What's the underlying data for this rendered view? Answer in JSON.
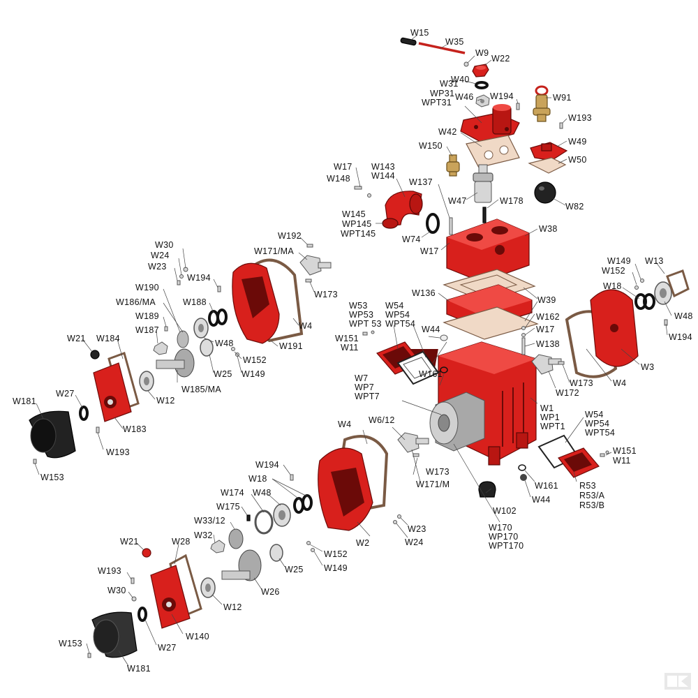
{
  "labels": {
    "W15": "W15",
    "W35": "W35",
    "W9": "W9",
    "W22": "W22",
    "W40": "W40",
    "W31": "W31",
    "WP31": "WP31",
    "WPT31": "WPT31",
    "W46": "W46",
    "W194a": "W194",
    "W91": "W91",
    "W193a": "W193",
    "W42": "W42",
    "W49": "W49",
    "W150": "W150",
    "W50": "W50",
    "W17a": "W17",
    "W143": "W143",
    "W148": "W148",
    "W144": "W144",
    "W137": "W137",
    "W47": "W47",
    "W178": "W178",
    "W82": "W82",
    "W145": "W145",
    "WP145": "WP145",
    "WPT145": "WPT145",
    "W74": "W74",
    "W38": "W38",
    "W17b": "W17",
    "W30a": "W30",
    "W192": "W192",
    "W24a": "W24",
    "W171MA": "W171/MA",
    "W23a": "W23",
    "W194b": "W194",
    "W173a": "W173",
    "W190": "W190",
    "W186MA": "W186/MA",
    "W188": "W188",
    "W189": "W189",
    "W187": "W187",
    "W4a": "W4",
    "W48a": "W48",
    "W191": "W191",
    "W21a": "W21",
    "W184": "W184",
    "W25a": "W25",
    "W152a": "W152",
    "W149a": "W149",
    "W185MA": "W185/MA",
    "W12a": "W12",
    "W27a": "W27",
    "W181a": "W181",
    "W183": "W183",
    "W193b": "W193",
    "W153a": "W153",
    "W136": "W136",
    "W39": "W39",
    "W53": "W53",
    "WP53": "WP53",
    "WPT53": "WPT 53",
    "W54a": "W54",
    "WP54a": "WP54",
    "WPT54a": "WPT54",
    "W44a": "W44",
    "W162": "W162",
    "W17c": "W17",
    "W151a": "W151",
    "W11a": "W11",
    "W138": "W138",
    "W161a": "W161",
    "W7": "W7",
    "WP7": "WP7",
    "WPT7": "WPT7",
    "W149b": "W149",
    "W152b": "W152",
    "W13": "W13",
    "W18a": "W18",
    "W48b": "W48",
    "W194c": "W194",
    "W173b": "W173",
    "W172": "W172",
    "W4b": "W4",
    "W3": "W3",
    "W1": "W1",
    "WP1": "WP1",
    "WPT1": "WPT1",
    "W54b": "W54",
    "WP54b": "WP54",
    "WPT54b": "WPT54",
    "W151b": "W151",
    "W11b": "W11",
    "W161b": "W161",
    "W44b": "W44",
    "R53": "R53",
    "R53A": "R53/A",
    "R53B": "R53/B",
    "W4c": "W4",
    "W612": "W6/12",
    "W173c": "W173",
    "W171M": "W171/M",
    "W102": "W102",
    "W170": "W170",
    "WP170": "WP170",
    "WPT170": "WPT170",
    "W194d": "W194",
    "W18b": "W18",
    "W174": "W174",
    "W48c": "W48",
    "W175": "W175",
    "W3312": "W33/12",
    "W32": "W32",
    "W2": "W2",
    "W23b": "W23",
    "W24b": "W24",
    "W25b": "W25",
    "W152c": "W152",
    "W149c": "W149",
    "W26": "W26",
    "W21b": "W21",
    "W28": "W28",
    "W193c": "W193",
    "W30b": "W30",
    "W12b": "W12",
    "W140": "W140",
    "W27b": "W27",
    "W153b": "W153",
    "W181b": "W181"
  },
  "colors": {
    "part_red": "#d8201c",
    "gasket": "#f0d9c6",
    "black_part": "#222222",
    "steel": "#d6d6d6",
    "brass": "#c9a35a"
  }
}
